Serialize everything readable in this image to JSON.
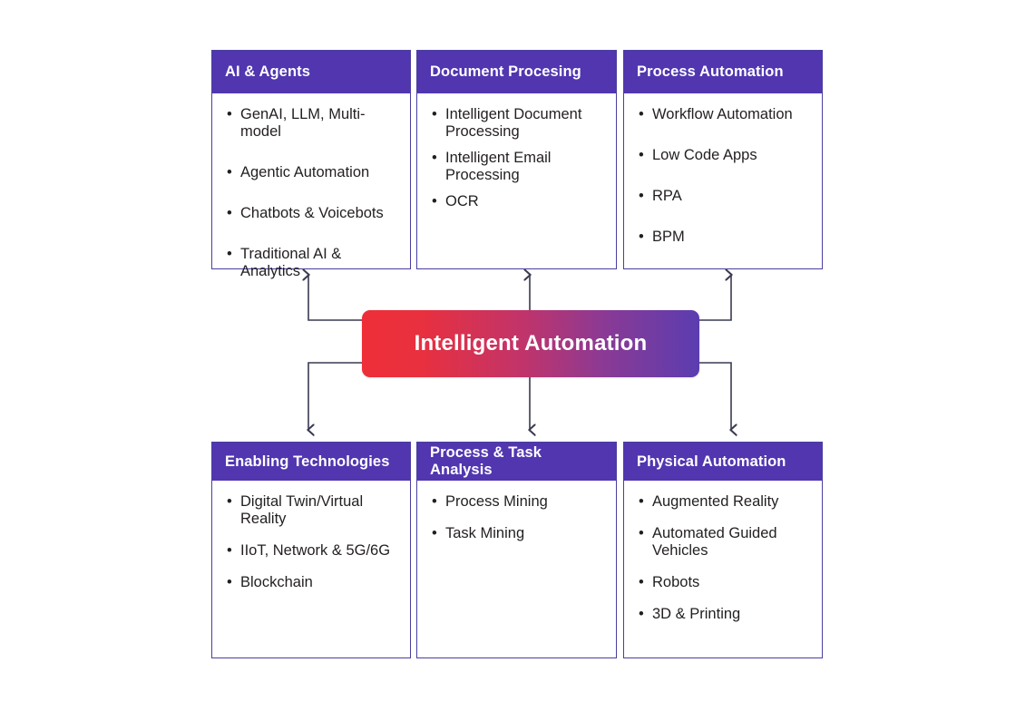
{
  "diagram": {
    "title": "Intelligent Automation",
    "center": {
      "label": "Intelligent Automation",
      "gradient_from": "#ee2f38",
      "gradient_to": "#5b3db0"
    },
    "theme": {
      "header_purple": "#5136b0",
      "border_purple": "#4a3fa0",
      "text_dark": "#231f20",
      "connector": "#3a3a52",
      "background": "#ffffff"
    },
    "top_row": [
      {
        "title": "AI & Agents",
        "items": [
          "GenAI, LLM, Multi-model",
          "Agentic Automation",
          "Chatbots & Voicebots",
          "Traditional AI & Analytics"
        ]
      },
      {
        "title": "Document Procesing",
        "items": [
          "Intelligent Document Processing",
          "Intelligent Email Processing",
          "OCR"
        ]
      },
      {
        "title": "Process Automation",
        "items": [
          "Workflow Automation",
          "Low Code Apps",
          "RPA",
          "BPM"
        ]
      }
    ],
    "bottom_row": [
      {
        "title": "Enabling Technologies",
        "items": [
          "Digital Twin/Virtual Reality",
          "IIoT, Network & 5G/6G",
          "Blockchain"
        ]
      },
      {
        "title": "Process & Task Analysis",
        "items": [
          "Process Mining",
          "Task Mining"
        ]
      },
      {
        "title": "Physical Automation",
        "items": [
          "Augmented Reality",
          "Automated Guided Vehicles",
          "Robots",
          "3D & Printing"
        ]
      }
    ],
    "bullet_glyph": "•"
  }
}
